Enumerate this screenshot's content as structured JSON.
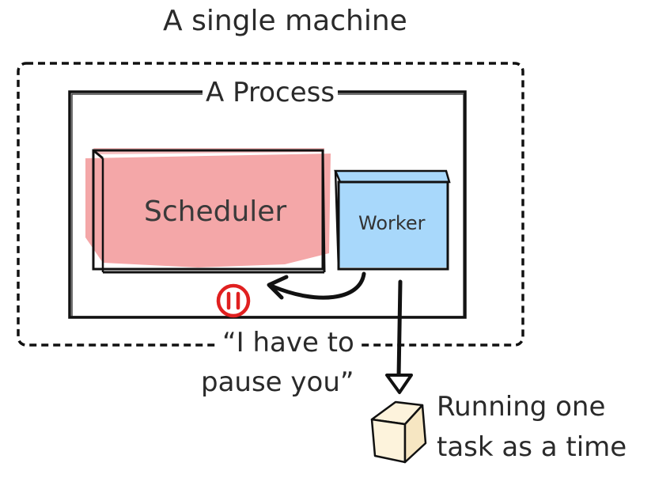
{
  "labels": {
    "machine": "A single machine",
    "process": "A Process",
    "scheduler": "Scheduler",
    "worker": "Worker",
    "pause_line1": "“I have to",
    "pause_line2": "pause you”",
    "running_line1": "Running one",
    "running_line2": "task as a time"
  },
  "colors": {
    "scheduler_fill": "#f4a7a8",
    "worker_fill": "#a8d8fb",
    "pause_icon": "#e02020",
    "task_cube": "#fdf3dc",
    "stroke": "#111111"
  },
  "icons": {
    "pause": "pause-icon",
    "task": "cube-icon"
  }
}
